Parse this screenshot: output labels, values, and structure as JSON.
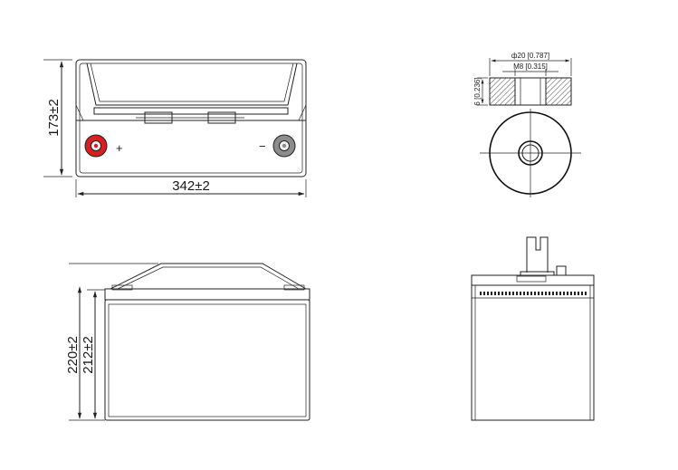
{
  "top_view": {
    "height_dim": "173±2",
    "width_dim": "342±2",
    "positive_sign": "+",
    "negative_sign": "−",
    "positive_color": "#d81e1e",
    "negative_color": "#8c8c8c"
  },
  "terminal_detail": {
    "diameter_dim": "ф20 [0.787]",
    "thread_dim": "M8 [0.315]",
    "thickness_dim": "6 [0.236]"
  },
  "front_view": {
    "total_height_dim": "220±2",
    "case_height_dim": "212±2"
  }
}
